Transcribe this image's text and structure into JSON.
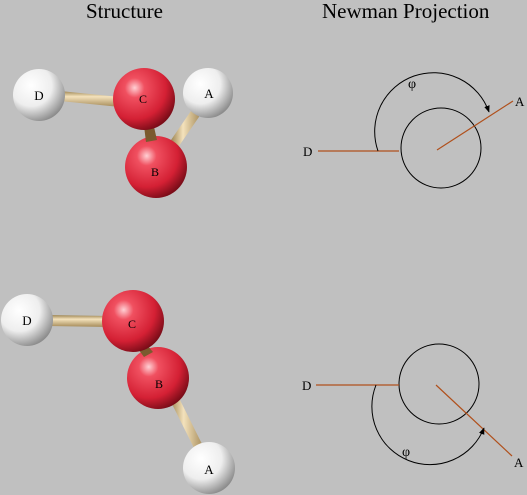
{
  "headings": {
    "structure": "Structure",
    "newman": "Newman Projection"
  },
  "labels": {
    "atom_a": "A",
    "atom_b": "B",
    "atom_c": "C",
    "atom_d": "D",
    "angle": "φ"
  },
  "colors": {
    "background": "#c0c0c0",
    "atom_red": "#e0303c",
    "atom_white": "#f4f4f4",
    "bond": "#d8c08e",
    "bond_front_wedge": "#7a5a2e",
    "newman_bond": "#b0501c",
    "line": "#000000"
  }
}
